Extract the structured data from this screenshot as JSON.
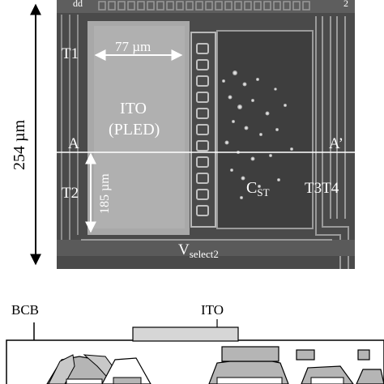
{
  "micrograph": {
    "top_left_label": "dd",
    "top_right_label": "2",
    "label_t1": "T1",
    "label_width": "77 µm",
    "label_ito": "ITO",
    "label_pled": "(PLED)",
    "label_a": "A",
    "label_a_prime": "A’",
    "label_t2": "T2",
    "label_length": "185 µm",
    "label_cst_main": "C",
    "label_cst_sub": "ST",
    "label_t3t4": "T3T4",
    "label_vselect_main": "V",
    "label_vselect_sub": "select2",
    "label_height": "254 µm"
  },
  "cross_section": {
    "label_bcb": "BCB",
    "label_ito": "ITO"
  },
  "colors": {
    "micrograph_bg": "#4a4a4a",
    "ito_pad": "#a8a8a8",
    "layer_gray": "#b5b5b5",
    "layer_dark": "#8a8a8a"
  }
}
